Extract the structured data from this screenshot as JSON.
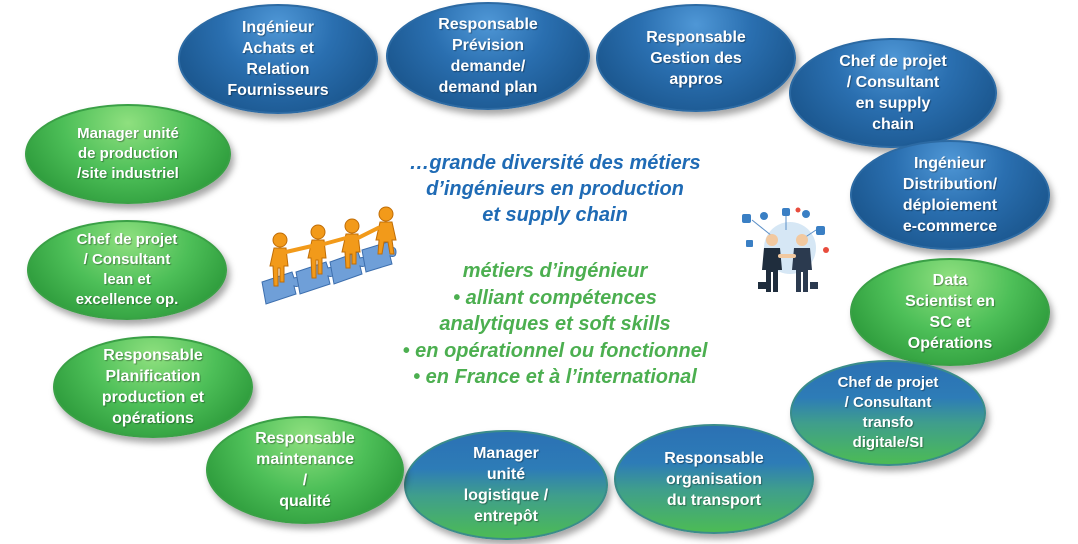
{
  "nodes": [
    {
      "id": "ingenieur-achats",
      "label": "Ingénieur\nAchats et\nRelation\nFournisseurs"
    },
    {
      "id": "resp-prevision",
      "label": "Responsable\nPrévision\ndemande/\ndemand plan"
    },
    {
      "id": "resp-appros",
      "label": "Responsable\nGestion des\nappros"
    },
    {
      "id": "chef-supply",
      "label": "Chef de projet\n/ Consultant\nen supply\nchain"
    },
    {
      "id": "ingenieur-distribution",
      "label": "Ingénieur\nDistribution/\ndéploiement\ne-commerce"
    },
    {
      "id": "data-scientist",
      "label": "Data\nScientist en\nSC et\nOpérations"
    },
    {
      "id": "chef-transfo",
      "label": "Chef de projet\n/ Consultant\ntransfo\ndigitale/SI"
    },
    {
      "id": "resp-transport",
      "label": "Responsable\norganisation\ndu transport"
    },
    {
      "id": "manager-logistique",
      "label": "Manager\nunité\nlogistique /\nentrepôt"
    },
    {
      "id": "resp-maintenance",
      "label": "Responsable\nmaintenance\n/\nqualité"
    },
    {
      "id": "resp-planification",
      "label": "Responsable\nPlanification\nproduction et\nopérations"
    },
    {
      "id": "chef-lean",
      "label": "Chef de projet\n/ Consultant\nlean et\nexcellence op."
    },
    {
      "id": "manager-production",
      "label": "Manager unité\nde production\n/site industriel"
    }
  ],
  "center": {
    "headline": "…grande diversité des métiers\nd’ingénieurs en production\net supply chain",
    "intro": "métiers d’ingénieur",
    "bullets": [
      "•  alliant compétences\nanalytiques et soft skills",
      "•  en opérationnel ou fonctionnel",
      "•  en France et à l’international"
    ]
  },
  "icons": [
    "teamwork-puzzle-figures-icon",
    "business-handshake-icon"
  ],
  "colors": {
    "blue_node": "#2a6fb0",
    "green_node": "#4dbf58",
    "headline": "#1f6bb5",
    "bullets": "#4caf50"
  }
}
